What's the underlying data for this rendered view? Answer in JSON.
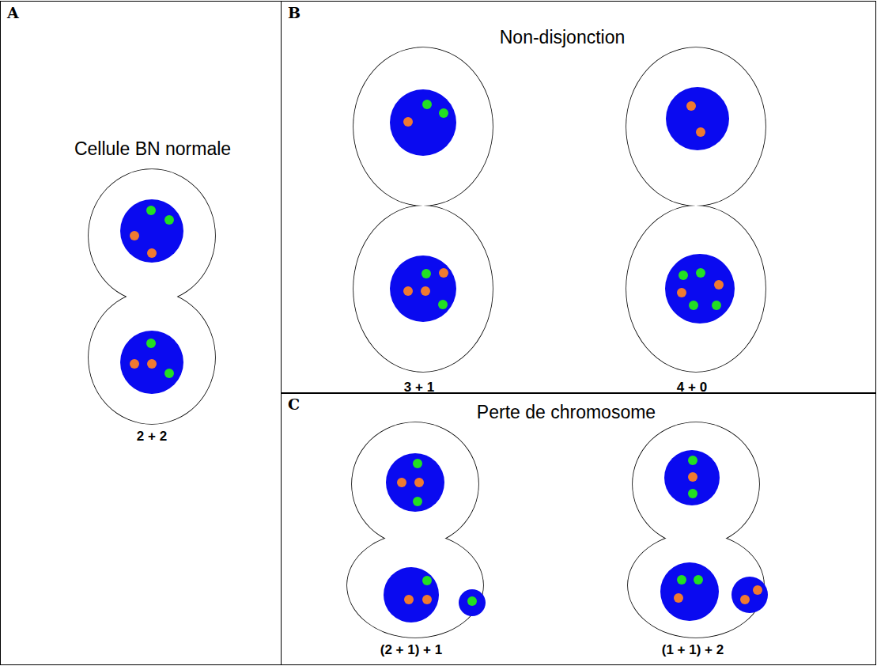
{
  "diagram": {
    "nodes": [
      {
        "text": [
          "A",
          "Cellule BN normale"
        ]
      },
      {
        "text": [
          "B",
          "Non-disjonction"
        ]
      },
      {
        "text": [
          "C",
          "Perte de chromosome"
        ]
      }
    ],
    "labels": [
      "2 + 2",
      "3 + 1",
      "4 + 0",
      "(2 + 1) + 1",
      "(1 + 1) + 2"
    ]
  }
}
